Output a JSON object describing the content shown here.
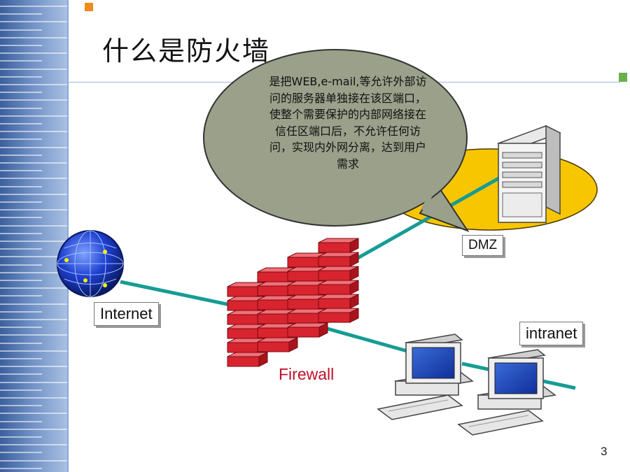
{
  "slide": {
    "title": "什么是防火墙",
    "page_number": "3"
  },
  "callout": {
    "text": "是把WEB,e-mail,等允许外部访问的服务器单独接在该区端口，使整个需要保护的内部网络接在信任区端口后，不允许任何访问，实现内外网分离，达到用户需求"
  },
  "labels": {
    "dmz": "DMZ",
    "internet": "Internet",
    "intranet": "intranet",
    "firewall": "Firewall"
  },
  "colors": {
    "accent_orange": "#f08a1d",
    "accent_green": "#6ab04c",
    "link_teal": "#169c94",
    "dmz_zone": "#f7c600",
    "firewall_brick": "#d8242f",
    "firewall_label": "#c0102a",
    "callout_fill": "#9aa08a"
  },
  "icons": [
    "globe-icon",
    "server-icon",
    "firewall-icon",
    "computer-icon"
  ]
}
